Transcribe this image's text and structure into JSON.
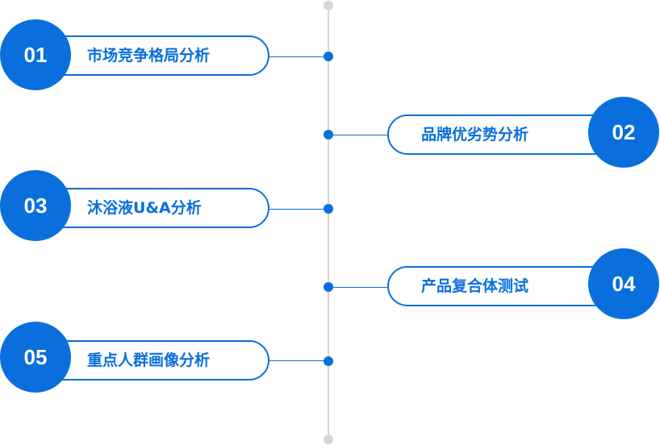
{
  "timeline": {
    "items": [
      {
        "number": "01",
        "label": "市场竞争格局分析"
      },
      {
        "number": "02",
        "label": "品牌优劣势分析"
      },
      {
        "number": "03",
        "label": "沐浴液U&A分析"
      },
      {
        "number": "04",
        "label": "产品复合体测试"
      },
      {
        "number": "05",
        "label": "重点人群画像分析"
      }
    ]
  },
  "colors": {
    "accent": "#0a6fdc",
    "axis": "#d6d6d6",
    "background": "#ffffff"
  }
}
